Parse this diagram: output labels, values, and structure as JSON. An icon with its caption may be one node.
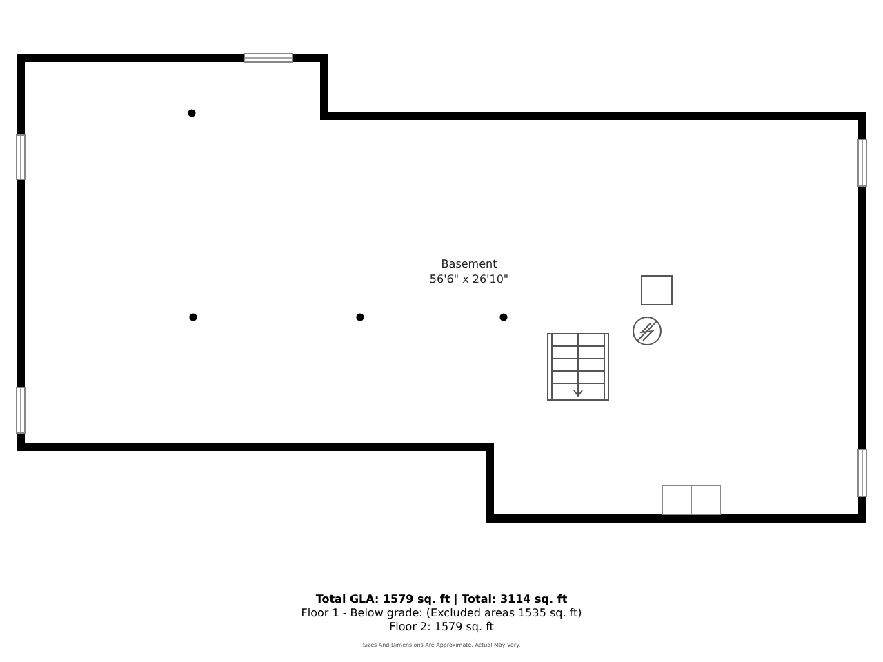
{
  "diagram": {
    "nodes": [
      {
        "text": [
          "Basement",
          "56'6\" x 26'10\""
        ]
      }
    ],
    "labels": [
      "Total GLA: 1579 sq. ft | Total: 3114 sq. ft",
      "Floor 1 - Below grade: (Excluded areas 1535 sq. ft)",
      "Floor 2: 1579 sq. ft",
      "Sizes And Dimensions Are Approximate. Actual May Vary."
    ]
  }
}
